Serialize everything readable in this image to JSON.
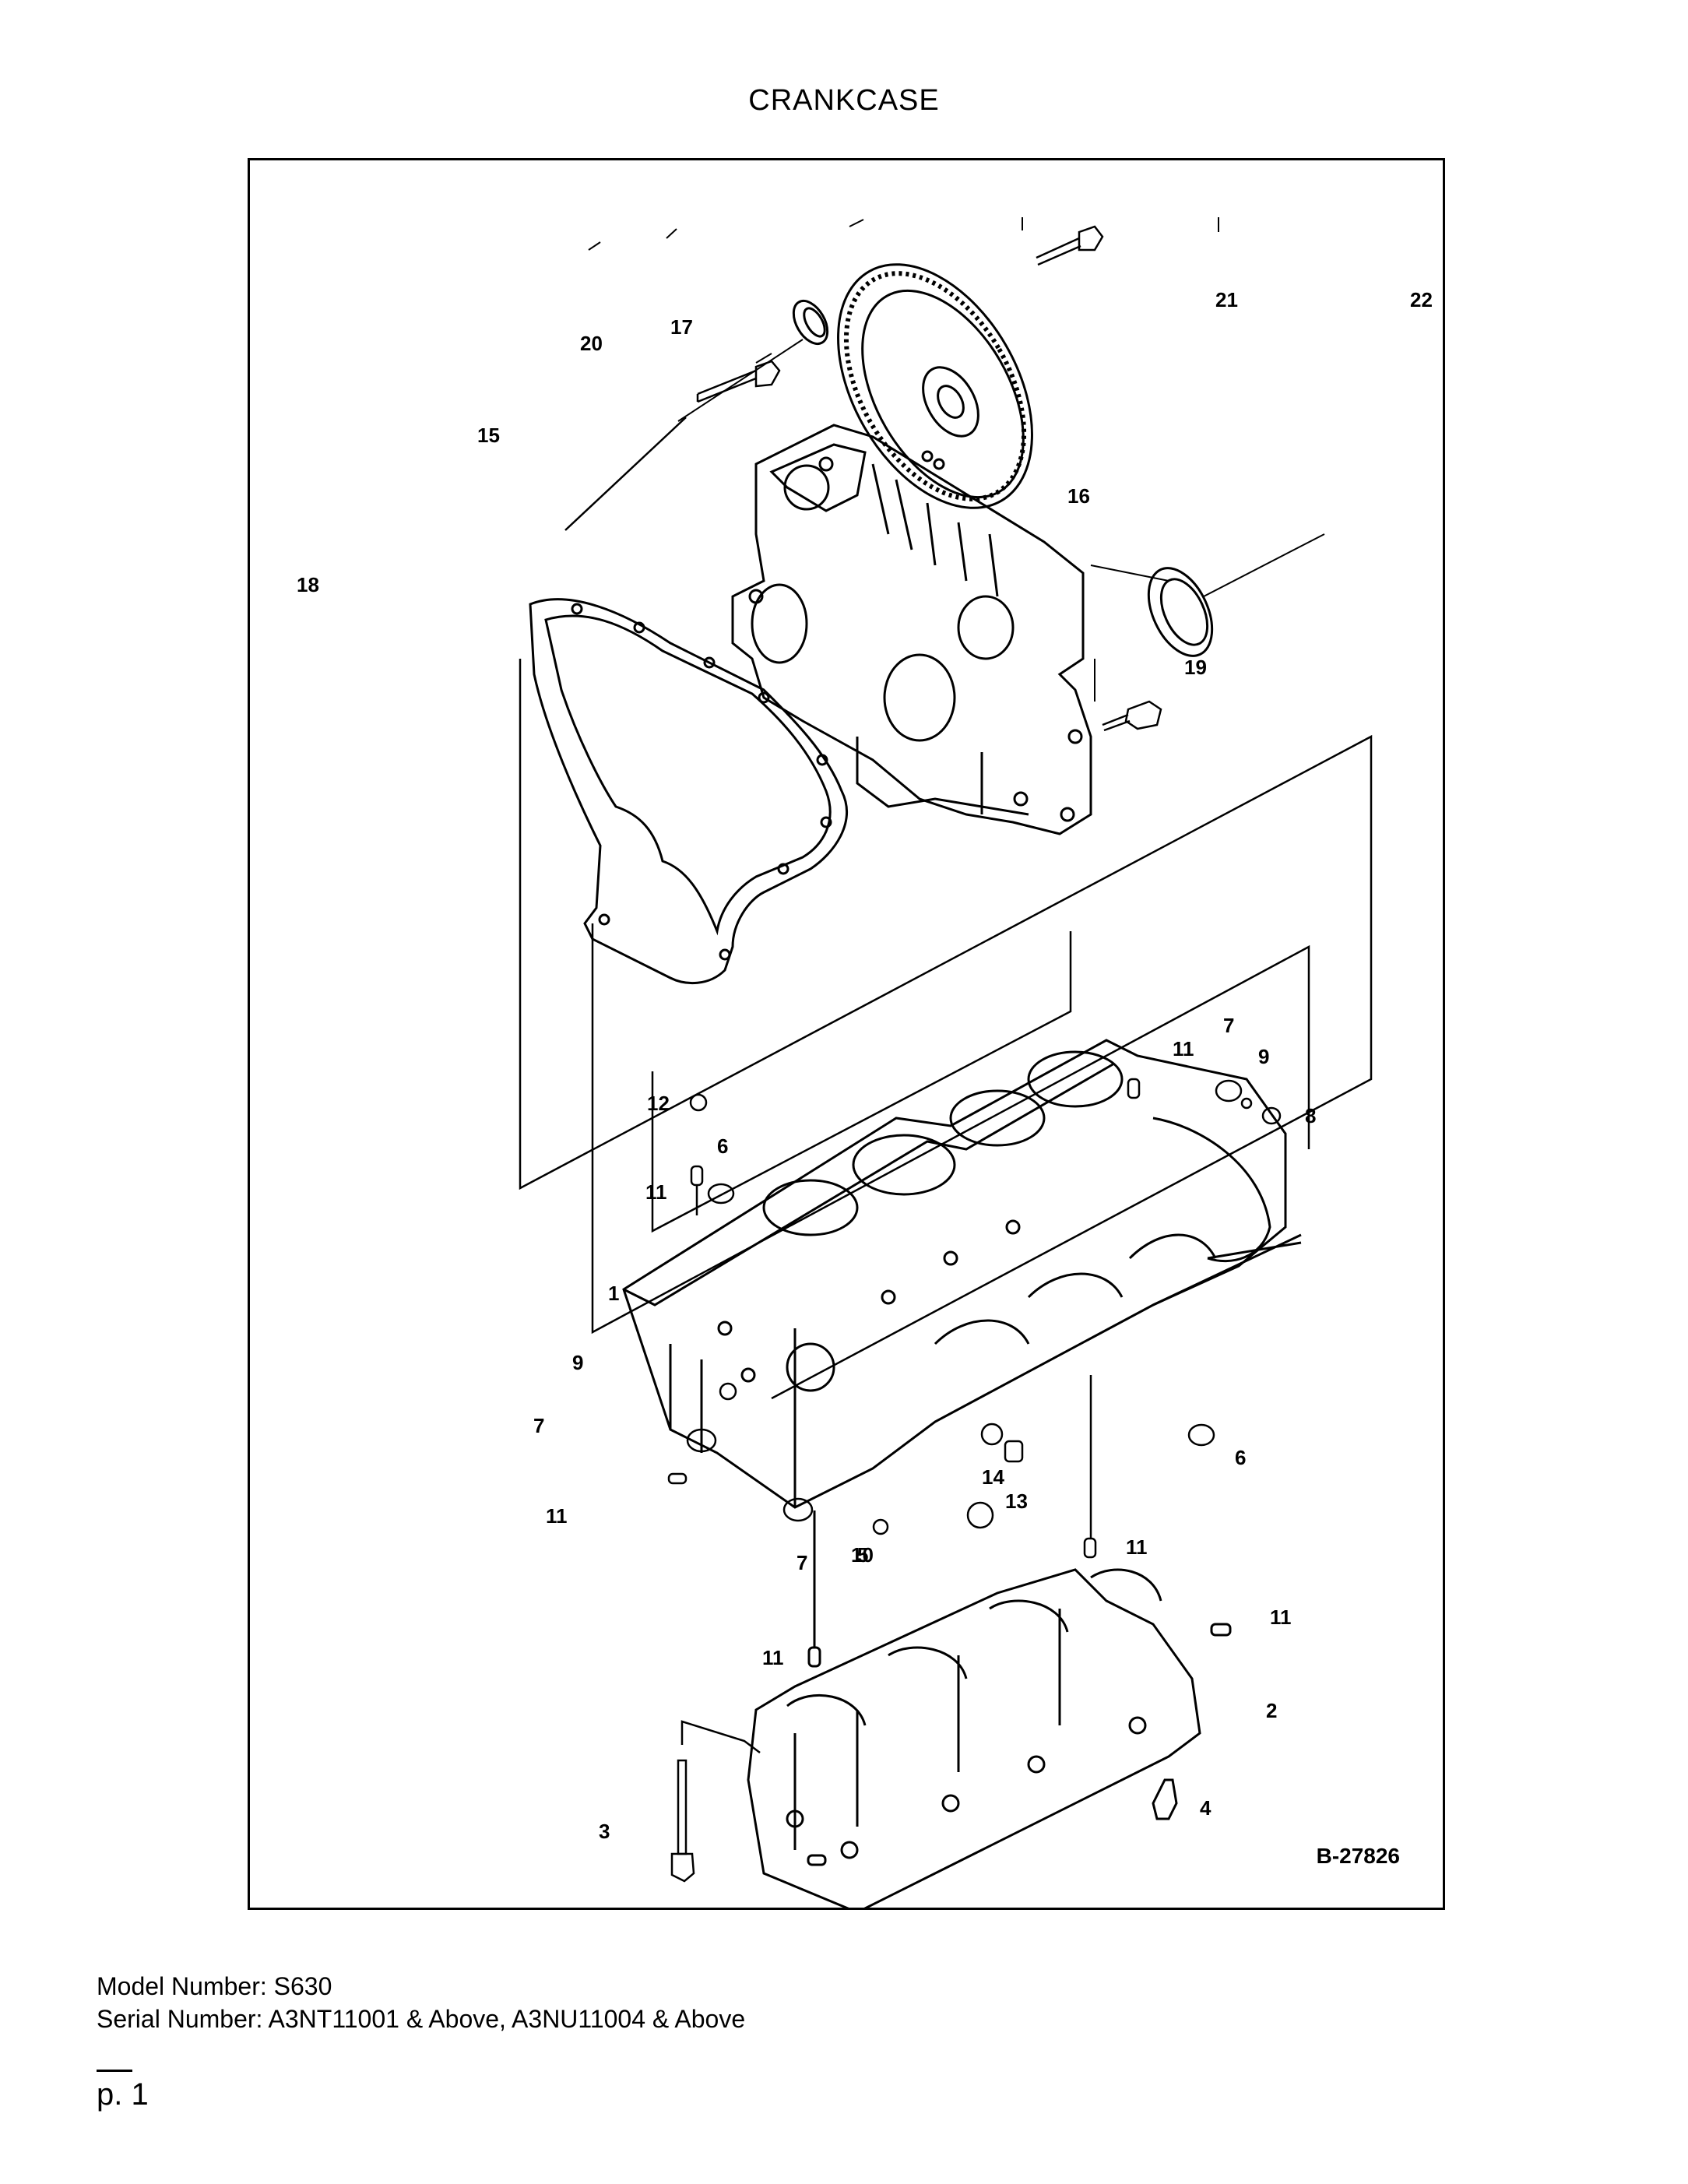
{
  "title": "CRANKCASE",
  "figure_id": "B-27826",
  "callouts": {
    "c20": "20",
    "c17": "17",
    "c21": "21",
    "c22": "22",
    "c15": "15",
    "c16": "16",
    "c18": "18",
    "c19": "19",
    "c7a": "7",
    "c11a": "11",
    "c9a": "9",
    "c8": "8",
    "c12": "12",
    "c6a": "6",
    "c11b": "11",
    "c1": "1",
    "c9b": "9",
    "c7b": "7",
    "c11c": "11",
    "c14": "14",
    "c13": "13",
    "c6b": "6",
    "c7c": "7",
    "c10": "10",
    "c5": "5",
    "c11d": "11",
    "c11e": "11",
    "c11f": "11",
    "c2": "2",
    "c3": "3",
    "c4": "4",
    "c11g": "11"
  },
  "footer": {
    "model": "Model Number: S630",
    "serial": "Serial Number: A3NT11001 & Above, A3NU11004 & Above"
  },
  "page_number": "p. 1"
}
